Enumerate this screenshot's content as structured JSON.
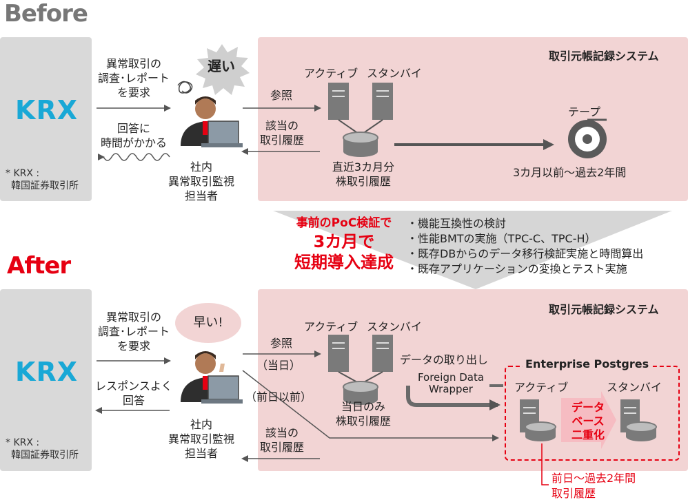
{
  "before": {
    "heading": "Before",
    "krx_logo": "KRX",
    "krx_note_line1": "* KRX :",
    "krx_note_line2": "韓国証券取引所",
    "request_label": [
      "異常取引の",
      "調査･レポート",
      "を要求"
    ],
    "reply_label": [
      "回答に",
      "時間がかかる"
    ],
    "bubble_text": "遅い",
    "person_label": [
      "社内",
      "異常取引監視",
      "担当者"
    ],
    "refer_label": "参照",
    "history_label": [
      "該当の",
      "取引履歴"
    ],
    "system_title": "取引元帳記録システム",
    "active_label": "アクティブ",
    "standby_label": "スタンバイ",
    "db_label": [
      "直近3カ月分",
      "株取引履歴"
    ],
    "tape_label": "テープ",
    "tape_period": "3カ月以前～過去2年間"
  },
  "poc": {
    "lead": "事前のPoC検証で",
    "line2": "3カ月で",
    "line3": "短期導入達成",
    "bullets": [
      "・機能互換性の検討",
      "・性能BMTの実施（TPC-C、TPC-H）",
      "・既存DBからのデータ移行検証実施と時間算出",
      "・既存アプリケーションの変換とテスト実施"
    ]
  },
  "after": {
    "heading": "After",
    "krx_logo": "KRX",
    "krx_note_line1": "* KRX :",
    "krx_note_line2": "韓国証券取引所",
    "request_label": [
      "異常取引の",
      "調査･レポート",
      "を要求"
    ],
    "reply_label": [
      "レスポンスよく",
      "回答"
    ],
    "bubble_text": "早い!",
    "person_label": [
      "社内",
      "異常取引監視",
      "担当者"
    ],
    "refer_label": "参照",
    "refer_sub": "（当日）",
    "prev_label": "（前日以前）",
    "history_label": [
      "該当の",
      "取引履歴"
    ],
    "system_title": "取引元帳記録システム",
    "active_label": "アクティブ",
    "standby_label": "スタンバイ",
    "db_label": [
      "当日のみ",
      "株取引履歴"
    ],
    "extract_label": "データの取り出し",
    "fdw_label": [
      "Foreign Data",
      "Wrapper"
    ],
    "ep_title": "Enterprise Postgres",
    "ep_active": "アクティブ",
    "ep_standby": "スタンバイ",
    "dup_label": [
      "データ",
      "ベース",
      "二重化"
    ],
    "ep_history": [
      "前日～過去2年間",
      "取引履歴"
    ]
  },
  "colors": {
    "accent_red": "#e60012",
    "krx_blue": "#19a8d6",
    "system_pink": "#f2d4d4",
    "krx_gray": "#d9d9d9"
  }
}
